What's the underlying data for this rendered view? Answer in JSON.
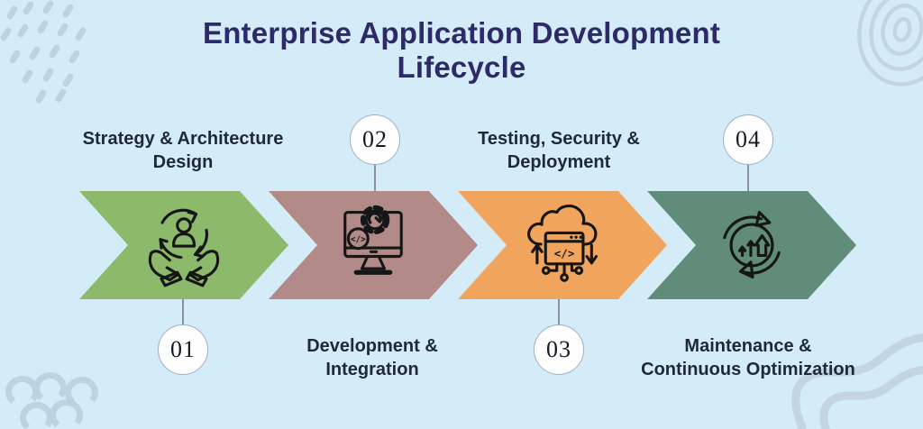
{
  "title": {
    "full": "Enterprise Application Development Lifecycle",
    "lines": [
      "Enterprise Application Development",
      "Lifecycle"
    ]
  },
  "stages": [
    {
      "number": "01",
      "label": "Strategy & Architecture Design",
      "label_lines": [
        "Strategy & Architecture",
        "Design"
      ],
      "color": "#8cba6a",
      "icon": "hands-care-person-cycle-icon"
    },
    {
      "number": "02",
      "label": "Development & Integration",
      "label_lines": [
        "Development &",
        "Integration"
      ],
      "color": "#b28b89",
      "icon": "monitor-gear-code-icon"
    },
    {
      "number": "03",
      "label": "Testing, Security & Deployment",
      "label_lines": [
        "Testing, Security &",
        "Deployment"
      ],
      "color": "#f0a45e",
      "icon": "cloud-code-deployment-icon"
    },
    {
      "number": "04",
      "label": "Maintenance & Continuous Optimization",
      "label_lines": [
        "Maintenance &",
        "Continuous Optimization"
      ],
      "color": "#618c7a",
      "icon": "cycle-growth-arrows-icon"
    }
  ],
  "colors": {
    "background": "#d4ecf8",
    "title_text": "#2d2a69",
    "label_text": "#1e2839",
    "icon_stroke": "#161616",
    "badge_fill": "#fefefe",
    "badge_border": "#9db0c0",
    "connector": "#8b919c",
    "decoration": "#bcd1df"
  }
}
